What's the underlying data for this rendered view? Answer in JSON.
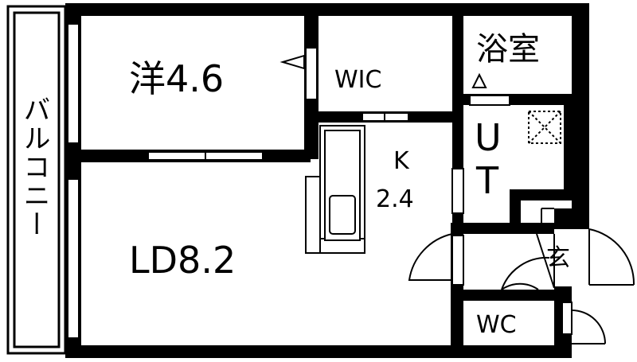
{
  "rooms": {
    "western_room": "洋4.6",
    "wic": "WIC",
    "bathroom": "浴室",
    "utility_u": "U",
    "utility_t": "T",
    "kitchen_k": "K",
    "kitchen_size": "2.4",
    "living_dining": "LD8.2",
    "entrance": "玄",
    "toilet": "WC",
    "balcony": "バルコニー"
  },
  "colors": {
    "wall": "#000000",
    "background": "#ffffff"
  }
}
